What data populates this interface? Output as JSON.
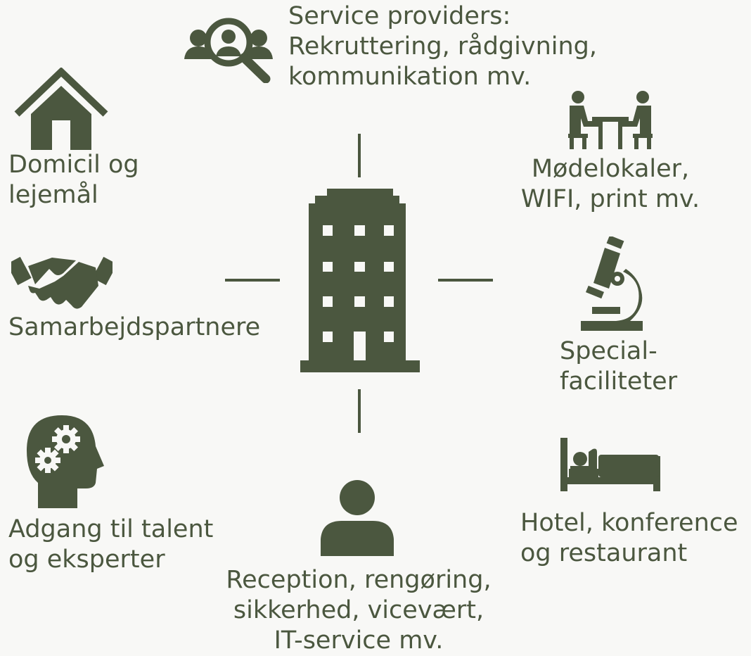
{
  "colors": {
    "background": "#f8f8f6",
    "icon": "#4b573f",
    "text": "#4b573f"
  },
  "center": {
    "icon": "office-building-icon"
  },
  "items": {
    "service_providers": {
      "icon": "search-people-icon",
      "lines": [
        "Service providers:",
        "Rekruttering, rådgivning,",
        "kommunikation mv."
      ]
    },
    "domicil": {
      "icon": "house-icon",
      "lines": [
        "Domicil og",
        "lejemål"
      ]
    },
    "moedelokaler": {
      "icon": "meeting-table-icon",
      "lines": [
        "Mødelokaler,",
        "WIFI, print mv."
      ]
    },
    "samarbejdspartnere": {
      "icon": "handshake-icon",
      "lines": [
        "Samarbejdspartnere"
      ]
    },
    "specialfaciliteter": {
      "icon": "microscope-icon",
      "lines": [
        "Special-",
        "faciliteter"
      ]
    },
    "talent": {
      "icon": "head-gears-icon",
      "lines": [
        "Adgang til talent",
        "og eksperter"
      ]
    },
    "hotel": {
      "icon": "bed-icon",
      "lines": [
        "Hotel, konference",
        "og restaurant"
      ]
    },
    "reception": {
      "icon": "person-icon",
      "lines": [
        "Reception, rengøring,",
        "sikkerhed, vicevært,",
        "IT-service mv."
      ]
    }
  }
}
